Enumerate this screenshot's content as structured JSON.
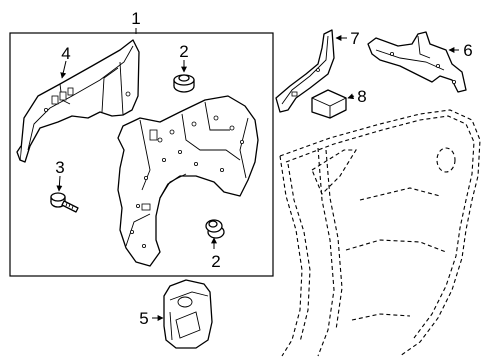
{
  "callouts": {
    "c1": "1",
    "c2a": "2",
    "c2b": "2",
    "c3": "3",
    "c4": "4",
    "c5": "5",
    "c6": "6",
    "c7": "7",
    "c8": "8"
  },
  "colors": {
    "line": "#000000",
    "background": "#ffffff"
  }
}
